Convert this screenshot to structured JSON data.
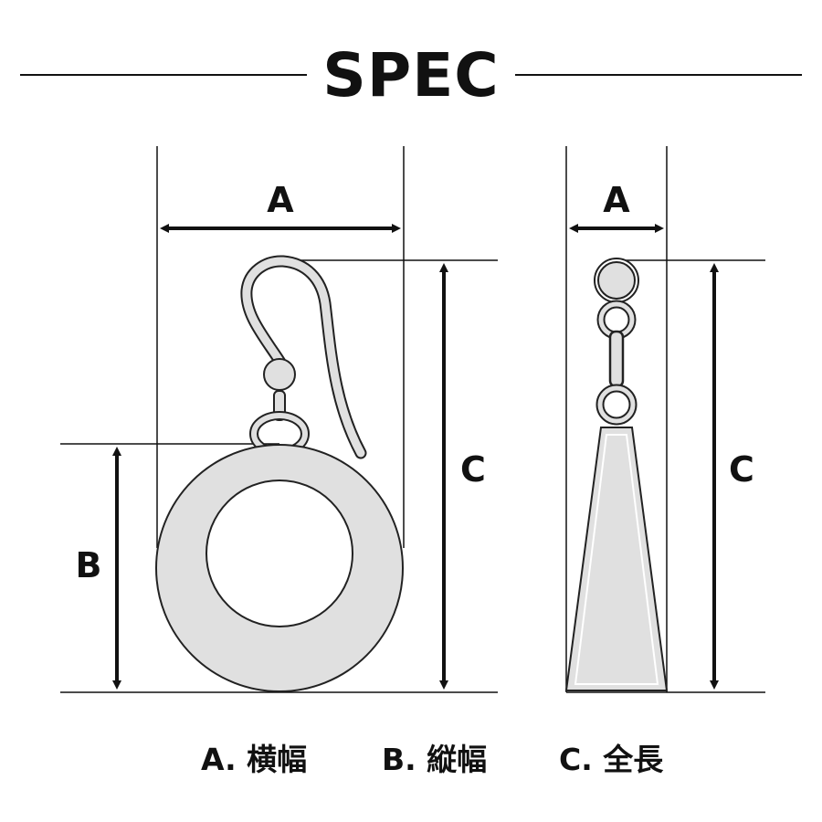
{
  "title": "SPEC",
  "dimension_letters": {
    "a": "A",
    "b": "B",
    "c": "C"
  },
  "legend": {
    "a": "A. 横幅",
    "b": "B. 縦幅",
    "c": "C. 全長"
  },
  "colors": {
    "line": "#111111",
    "fill": "#e0e0e0",
    "stroke": "#222222",
    "background": "#ffffff"
  }
}
